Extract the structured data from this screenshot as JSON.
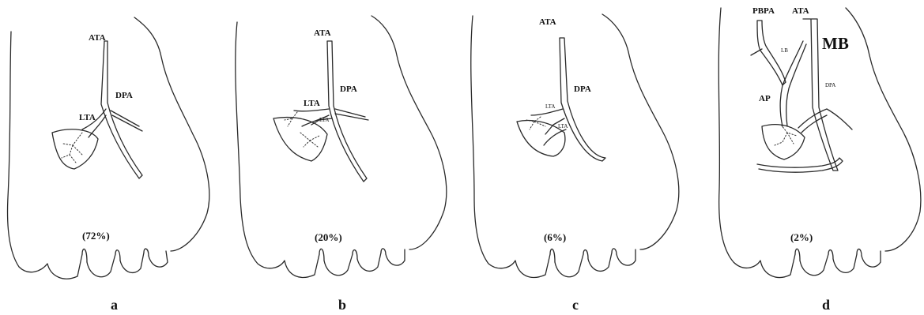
{
  "panels": [
    {
      "letter": "a",
      "percent": "(72%)",
      "labels": {
        "ata": "ATA",
        "dpa": "DPA",
        "lta": "LTA"
      }
    },
    {
      "letter": "b",
      "percent": "(20%)",
      "labels": {
        "ata": "ATA",
        "dpa": "DPA",
        "lta": "LTA",
        "lta2": "LTA"
      }
    },
    {
      "letter": "c",
      "percent": "(6%)",
      "labels": {
        "ata": "ATA",
        "dpa": "DPA",
        "lta": "LTA",
        "lta2": "LTA"
      }
    },
    {
      "letter": "d",
      "percent": "(2%)",
      "labels": {
        "pbpa": "PBPA",
        "ata": "ATA",
        "mb": "MB",
        "lb": "LB",
        "ap": "AP",
        "dpa": "DPA"
      }
    }
  ]
}
